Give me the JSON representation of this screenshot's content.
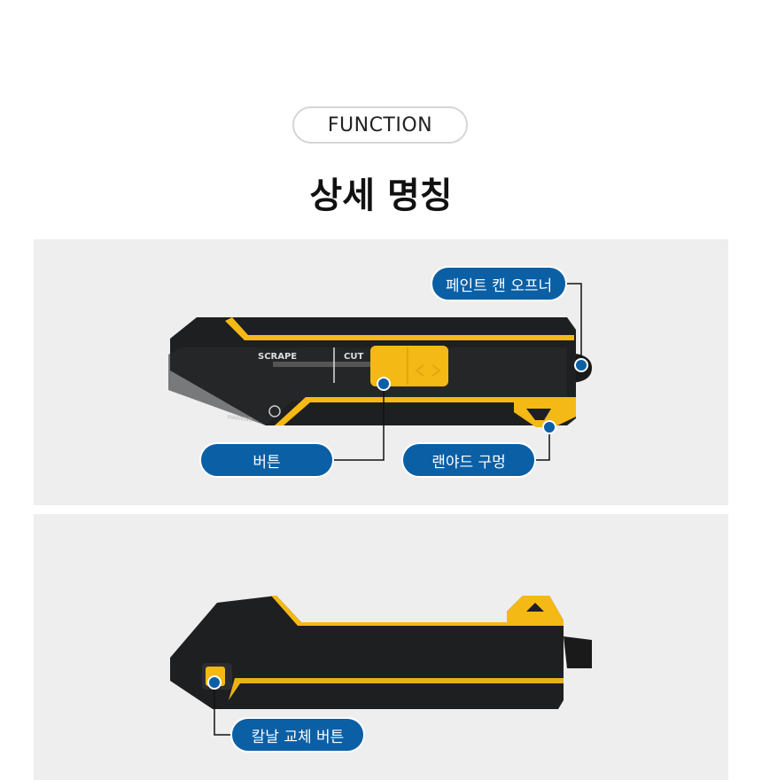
{
  "header": {
    "badge": "FUNCTION",
    "title": "상세 명칭"
  },
  "tool_text": {
    "scrape": "SCRAPE",
    "cut": "CUT",
    "warning": "WARNING"
  },
  "labels": {
    "paint_can_opener": "페인트 캔 오프너",
    "button": "버튼",
    "lanyard_hole": "랜야드 구멍",
    "blade_change_button": "칼날 교체 버튼"
  },
  "colors": {
    "accent": "#0b5fa5",
    "yellow": "#f5b915",
    "body": "#1e1f21"
  }
}
